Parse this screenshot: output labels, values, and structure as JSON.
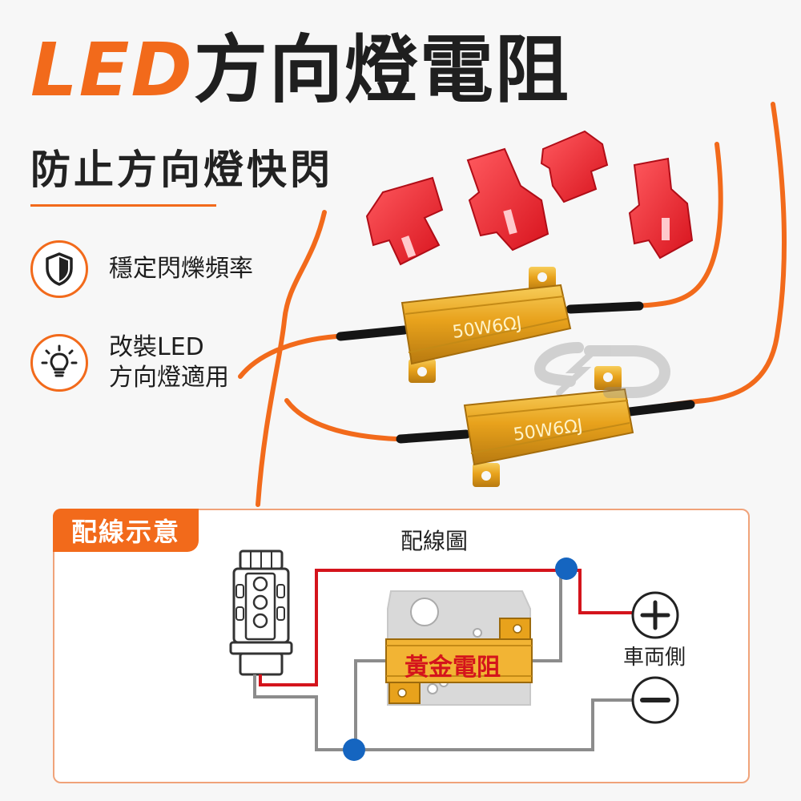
{
  "header": {
    "title_led": "LED",
    "title_rest": "方向燈電阻",
    "subtitle": "防止方向燈快閃"
  },
  "features": [
    {
      "icon": "shield-icon",
      "label": "穩定閃爍頻率"
    },
    {
      "icon": "lightbulb-icon",
      "line1": "改裝LED",
      "line2": "方向燈適用"
    }
  ],
  "product": {
    "resistor_marking_1": "50W6ΩJ",
    "resistor_marking_2": "50W6ΩJ",
    "wire_color": "#f26a1b",
    "connector_color": "#f2303a",
    "resistor_color": "#e8a21c"
  },
  "diagram": {
    "tag": "配線示意",
    "title": "配線圖",
    "resistor_label": "黃金電阻",
    "car_side_label": "車両側",
    "positive_symbol": "+",
    "negative_symbol": "−"
  },
  "colors": {
    "accent": "#f26a1b",
    "wire_red": "#d4141c",
    "wire_gray": "#8c8c8c",
    "node_blue": "#1565c0"
  }
}
